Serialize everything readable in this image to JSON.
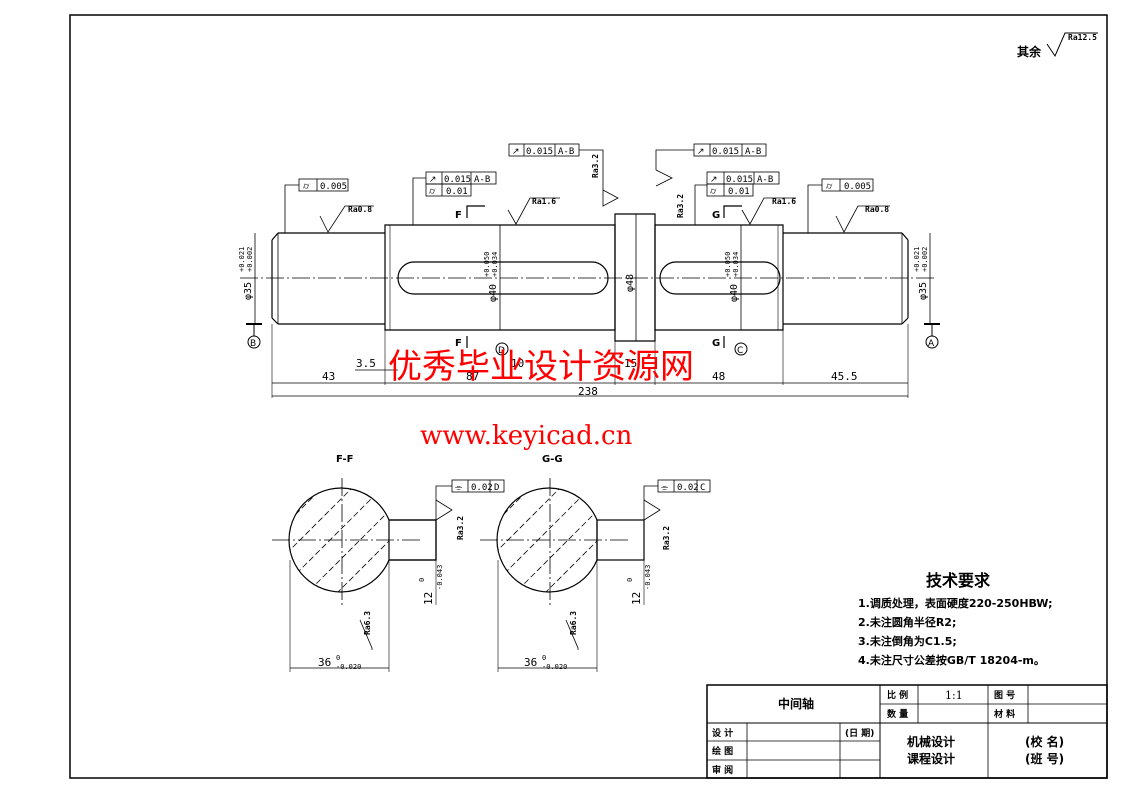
{
  "roughness_default": {
    "label": "其余",
    "value": "Ra12.5"
  },
  "dimensions": {
    "d35_left": "φ35+0.021\n+0.002",
    "d35_left_main": "φ35",
    "d35_left_tol": [
      "+0.021",
      "+0.002"
    ],
    "d40_left_main": "φ40",
    "d40_left_tol": [
      "+0.050",
      "+0.034"
    ],
    "d48": "φ48",
    "d40_right_main": "φ40",
    "d40_right_tol": [
      "+0.050",
      "+0.034"
    ],
    "d35_right_main": "φ35",
    "d35_right_tol": [
      "+0.021",
      "+0.002"
    ],
    "len_43": "43",
    "len_3_5": "3.5",
    "len_87": "87",
    "len_10": "10",
    "len_15": "15",
    "len_48": "48",
    "len_45_5": "45.5",
    "len_238": "238",
    "key_depth": "12",
    "key_depth_tol": [
      "0",
      "-0.043"
    ],
    "key_width": "36",
    "key_width_tol": [
      "0",
      "-0.020"
    ]
  },
  "tolerance_frames": {
    "cyl_left": "0.005",
    "runout_a": "0.015",
    "datum_ab": "A-B",
    "cyl_mid": "0.01",
    "runout_top_left": "0.015",
    "runout_top_right": "0.015",
    "runout_b": "0.015",
    "cyl_mid_right": "0.01",
    "cyl_right": "0.005",
    "sym_f": "0.02",
    "datum_d": "D",
    "sym_g": "0.02",
    "datum_c": "C"
  },
  "roughness": {
    "r08_left": "Ra0.8",
    "r16_left": "Ra1.6",
    "r32_top": "Ra3.2",
    "r32_top2": "Ra3.2",
    "r16_right": "Ra1.6",
    "r08_right": "Ra0.8",
    "r32_sec_f": "Ra3.2",
    "r63_sec_f": "Ra6.3",
    "r32_sec_g": "Ra3.2",
    "r63_sec_g": "Ra6.3"
  },
  "section_labels": {
    "f": "F",
    "g": "G",
    "ff": "F-F",
    "gg": "G-G",
    "datum_a": "A",
    "datum_b": "B",
    "datum_c": "C",
    "datum_d": "D"
  },
  "watermark": {
    "text": "优秀毕业设计资源网",
    "url": "www.keyicad.cn"
  },
  "technical_requirements": {
    "title": "技术要求",
    "items": [
      "1.调质处理，表面硬度220-250HBW;",
      "2.未注圆角半径R2;",
      "3.未注倒角为C1.5;",
      "4.未注尺寸公差按GB/T 18204-m。"
    ]
  },
  "title_block": {
    "part_name": "中间轴",
    "scale_label": "比 例",
    "scale_value": "1:1",
    "drawing_no_label": "图 号",
    "quantity_label": "数 量",
    "material_label": "材 料",
    "design_label": "设 计",
    "date_label": "(日 期)",
    "draw_label": "绘 图",
    "review_label": "审 阅",
    "course_line1": "机械设计",
    "course_line2": "课程设计",
    "school": "(校 名)",
    "class": "(班 号)"
  }
}
